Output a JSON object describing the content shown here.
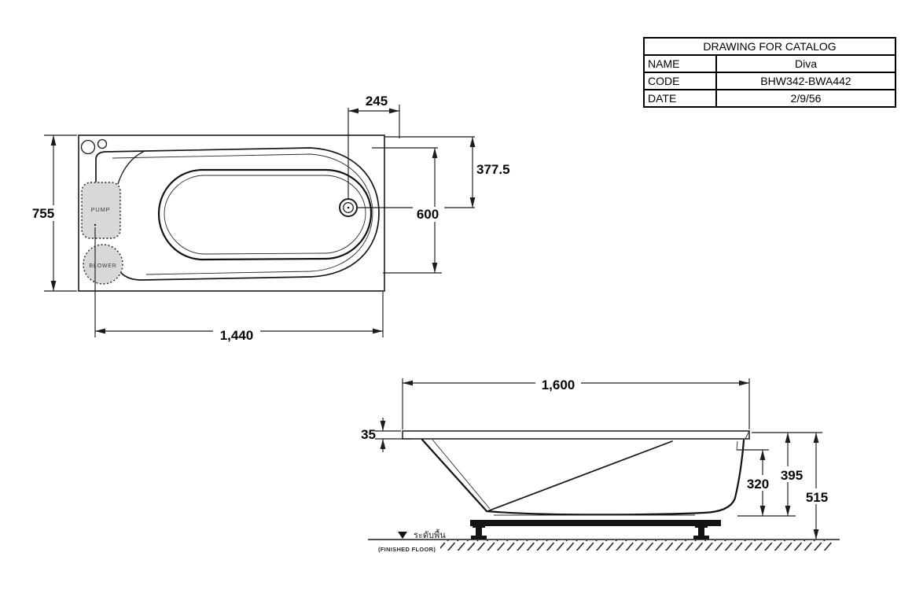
{
  "title_block": {
    "title": "DRAWING FOR CATALOG",
    "rows": [
      {
        "label": "NAME",
        "value": "Diva"
      },
      {
        "label": "CODE",
        "value": "BHW342-BWA442"
      },
      {
        "label": "DATE",
        "value": "2/9/56"
      }
    ]
  },
  "top_view": {
    "pump_label": "PUMP",
    "blower_label": "BLOWER",
    "dim_overall_width": "755",
    "dim_drain_offset": "245",
    "dim_drain_center": "377.5",
    "dim_inner_width": "600",
    "dim_pump_to_end": "1,440"
  },
  "side_view": {
    "dim_overall_length": "1,600",
    "dim_rim_thickness": "35",
    "dim_basin_depth": "320",
    "dim_shell_height": "395",
    "dim_overall_height": "515",
    "floor_label_thai": "ระดับพื้น",
    "floor_label_en": "(FINISHED FLOOR)"
  },
  "colors": {
    "line": "#1c1c1c",
    "equipment_fill": "#d8d8d8",
    "support_bar": "#141414"
  }
}
